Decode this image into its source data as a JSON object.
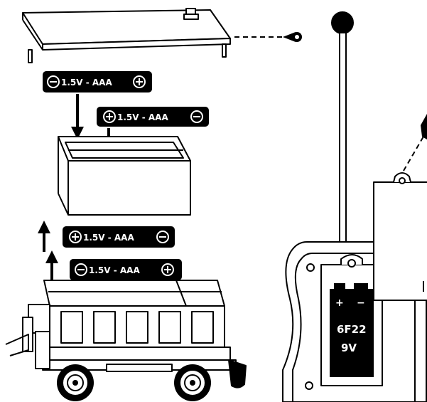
{
  "batteries": {
    "aaa_top_left": "1.5V - AAA",
    "aaa_top_right": "1.5V - AAA",
    "aaa_lower_1": "1.5V - AAA",
    "aaa_lower_2": "1.5V - AAA"
  },
  "nine_volt": {
    "plus": "+",
    "minus": "−",
    "model": "6F22",
    "voltage": "9V"
  }
}
